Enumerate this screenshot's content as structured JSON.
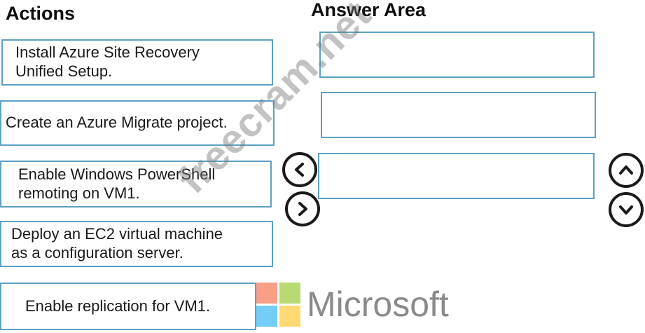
{
  "headings": {
    "actions": "Actions",
    "answer_area": "Answer Area"
  },
  "actions": [
    {
      "lines": [
        "Install Azure Site Recovery",
        "Unified Setup."
      ]
    },
    {
      "lines": [
        "Create an Azure Migrate project."
      ]
    },
    {
      "lines": [
        "Enable Windows PowerShell",
        "remoting on VM1."
      ]
    },
    {
      "lines": [
        "Deploy an EC2 virtual machine",
        "as a configuration server."
      ]
    },
    {
      "lines": [
        "Enable replication for VM1."
      ]
    }
  ],
  "answer_slots": [
    "",
    "",
    ""
  ],
  "controls": {
    "move_left": "move-left-icon",
    "move_right": "move-right-icon",
    "move_up": "move-up-icon",
    "move_down": "move-down-icon"
  },
  "watermark": "freecram.net",
  "logo": {
    "wordmark": "Microsoft",
    "colors": {
      "red": "#f25022",
      "green": "#7fba00",
      "blue": "#00a4ef",
      "yellow": "#ffb900"
    }
  },
  "colors": {
    "box_border": "#5ea0c2",
    "text": "#1a1a1a"
  }
}
